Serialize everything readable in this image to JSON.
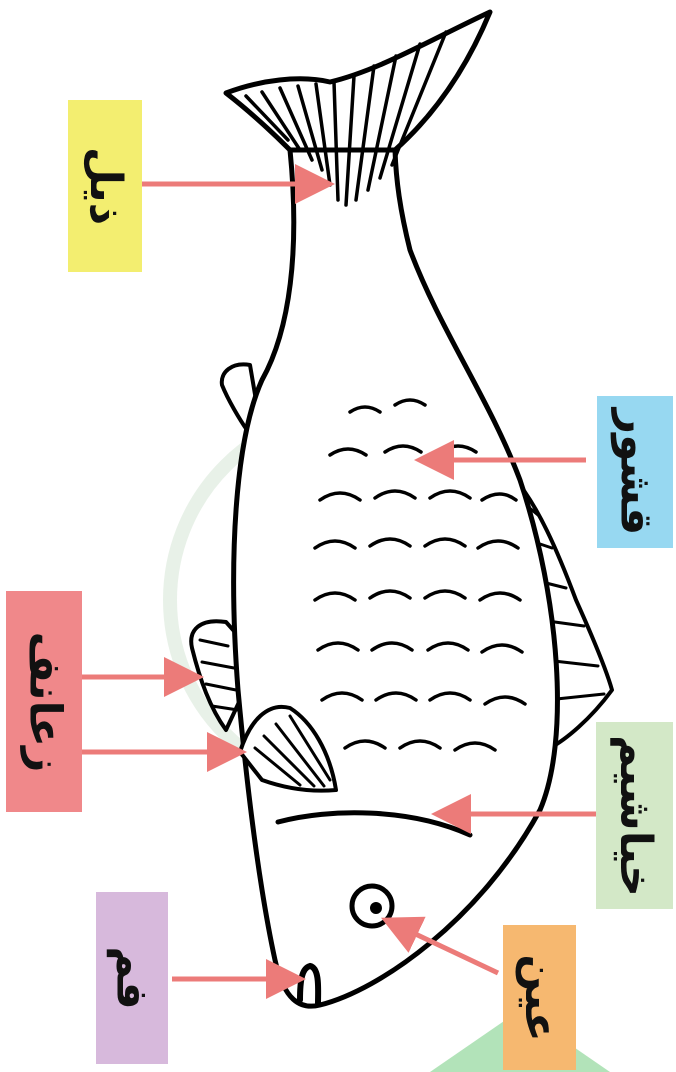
{
  "colors": {
    "line": "#000000",
    "arrow": "#ec7b79",
    "watermark": "#d9e8d9",
    "watermark_green": "#7fd08a"
  },
  "labels": {
    "tail": {
      "text": "ذيل",
      "color": "#f3ee70"
    },
    "scales": {
      "text": "قشور",
      "color": "#97d8f1"
    },
    "fins": {
      "text": "زعانف",
      "color": "#f0888a"
    },
    "gills": {
      "text": "خياشيم",
      "color": "#d3e8c7"
    },
    "mouth": {
      "text": "فم",
      "color": "#d7b9dc"
    },
    "eye": {
      "text": "عين",
      "color": "#f6b870"
    }
  }
}
